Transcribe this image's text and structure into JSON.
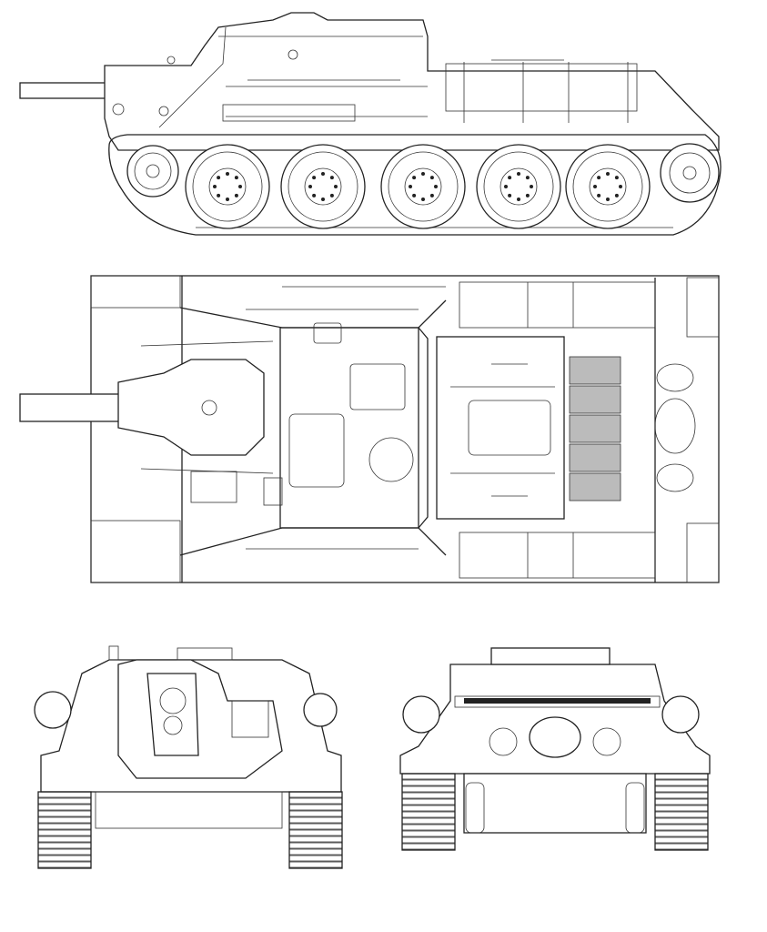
{
  "colors": {
    "background": "#ffffff",
    "line": "#222222",
    "mesh": "#bbbbbb"
  },
  "drawing": {
    "road_wheels_side": 5,
    "track_links_front": 12,
    "engine_grille_panels": 5
  }
}
